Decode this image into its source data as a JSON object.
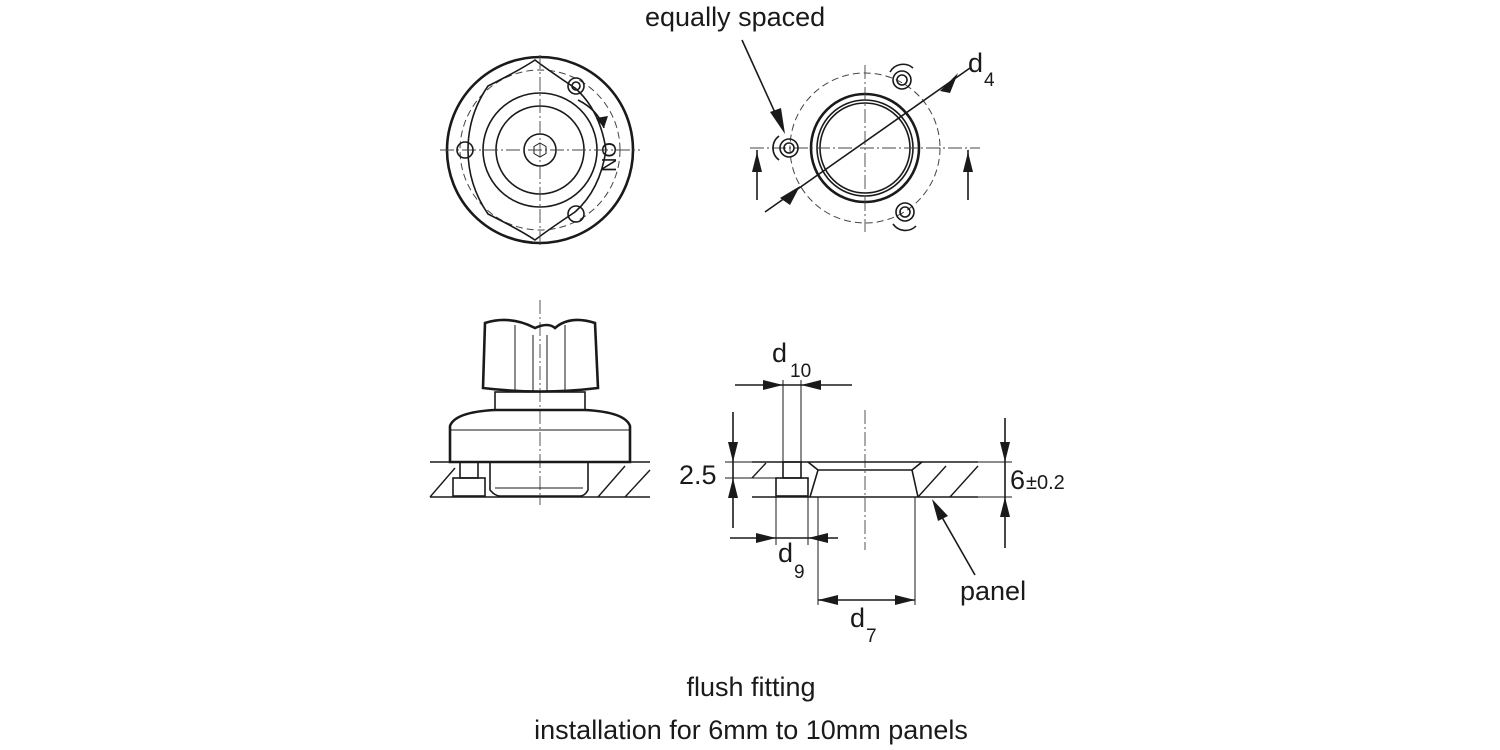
{
  "labels": {
    "equally_spaced": "equally spaced",
    "d4_main": "d",
    "d4_sub": "4",
    "on_mark": "ON",
    "d10_main": "d",
    "d10_sub": "10",
    "dim_2_5": "2.5",
    "dim_6_main": "6",
    "dim_6_tol": "±0.2",
    "d9_main": "d",
    "d9_sub": "9",
    "panel": "panel",
    "d7_main": "d",
    "d7_sub": "7"
  },
  "caption": {
    "line1": "flush fitting",
    "line2": "installation for 6mm to 10mm panels"
  }
}
